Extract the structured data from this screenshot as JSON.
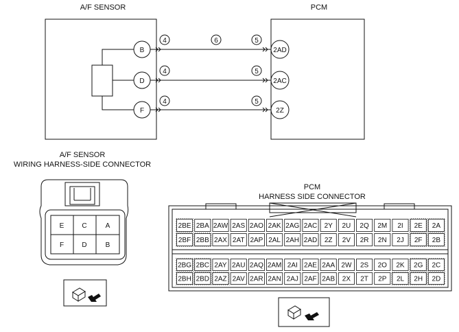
{
  "wiring": {
    "sensor_title": "A/F SENSOR",
    "pcm_title": "PCM",
    "sensor_pins": [
      "B",
      "D",
      "F"
    ],
    "pcm_pins": [
      "2AD",
      "2AC",
      "2Z"
    ],
    "sensor_side_nums": [
      "4",
      "4",
      "4"
    ],
    "pcm_side_nums": [
      "5",
      "5",
      "5"
    ],
    "mid_num": "6"
  },
  "af_connector": {
    "title_line1": "A/F SENSOR",
    "title_line2": "WIRING HARNESS-SIDE CONNECTOR",
    "rows": [
      [
        "E",
        "C",
        "A"
      ],
      [
        "F",
        "D",
        "B"
      ]
    ]
  },
  "pcm_connector": {
    "title_line1": "PCM",
    "title_line2": "HARNESS SIDE CONNECTOR",
    "upper_rows": [
      [
        "2BE",
        "2BA",
        "2AW",
        "2AS",
        "2AO",
        "2AK",
        "2AG",
        "2AC",
        "2Y",
        "2U",
        "2Q",
        "2M",
        "2I",
        "2E",
        "2A"
      ],
      [
        "2BF",
        "2BB",
        "2AX",
        "2AT",
        "2AP",
        "2AL",
        "2AH",
        "2AD",
        "2Z",
        "2V",
        "2R",
        "2N",
        "2J",
        "2F",
        "2B"
      ]
    ],
    "lower_rows": [
      [
        "2BG",
        "2BC",
        "2AY",
        "2AU",
        "2AQ",
        "2AM",
        "2AI",
        "2AE",
        "2AA",
        "2W",
        "2S",
        "2O",
        "2K",
        "2G",
        "2C"
      ],
      [
        "2BH",
        "2BD",
        "2AZ",
        "2AV",
        "2AR",
        "2AN",
        "2AJ",
        "2AF",
        "2AB",
        "2X",
        "2T",
        "2P",
        "2L",
        "2H",
        "2D"
      ]
    ]
  }
}
